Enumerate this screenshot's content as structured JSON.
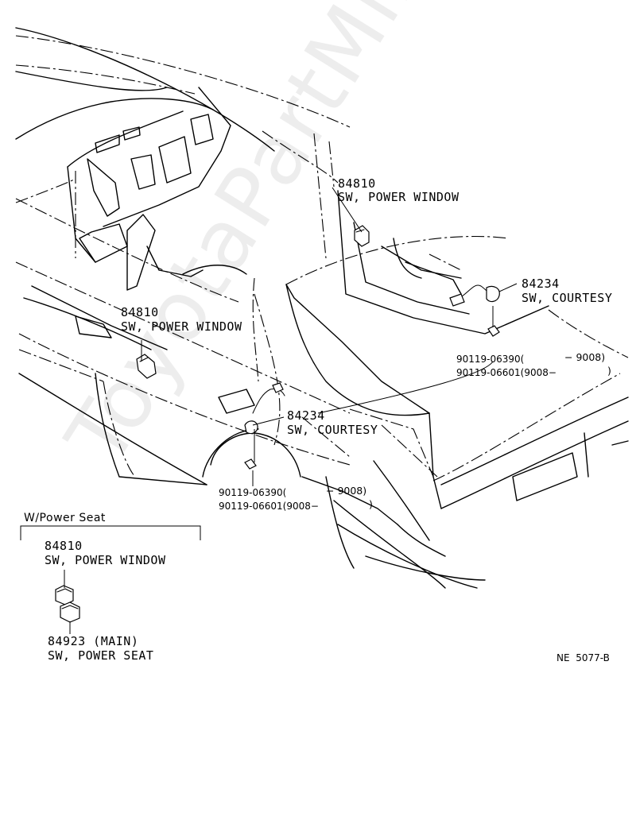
{
  "watermark": "ToyotaPartMine.ru",
  "callouts": {
    "pw_upper": {
      "number": "84810",
      "name": "SW, POWER WINDOW"
    },
    "courtesy_upper": {
      "number": "84234",
      "name": "SW, COURTESY"
    },
    "pw_left": {
      "number": "84810",
      "name": "SW, POWER WINDOW"
    },
    "courtesy_lower": {
      "number": "84234",
      "name": "SW, COURTESY"
    }
  },
  "screws_upper": {
    "part1": "90119-06390(",
    "range1": "− 9008)",
    "part2": "90119-06601(9008−",
    "range2": ")"
  },
  "screws_lower": {
    "part1": "90119-06390(",
    "range1": "− 9008)",
    "part2": "90119-06601(9008−",
    "range2": ")"
  },
  "power_seat_group": {
    "title": "W/Power Seat",
    "pw_number": "84810",
    "pw_name": "SW, POWER WINDOW",
    "seat_number": "84923 (MAIN)",
    "seat_name": "SW, POWER SEAT"
  },
  "figure_code": "NE  5077-B",
  "colors": {
    "line": "#000000",
    "background": "#ffffff"
  }
}
